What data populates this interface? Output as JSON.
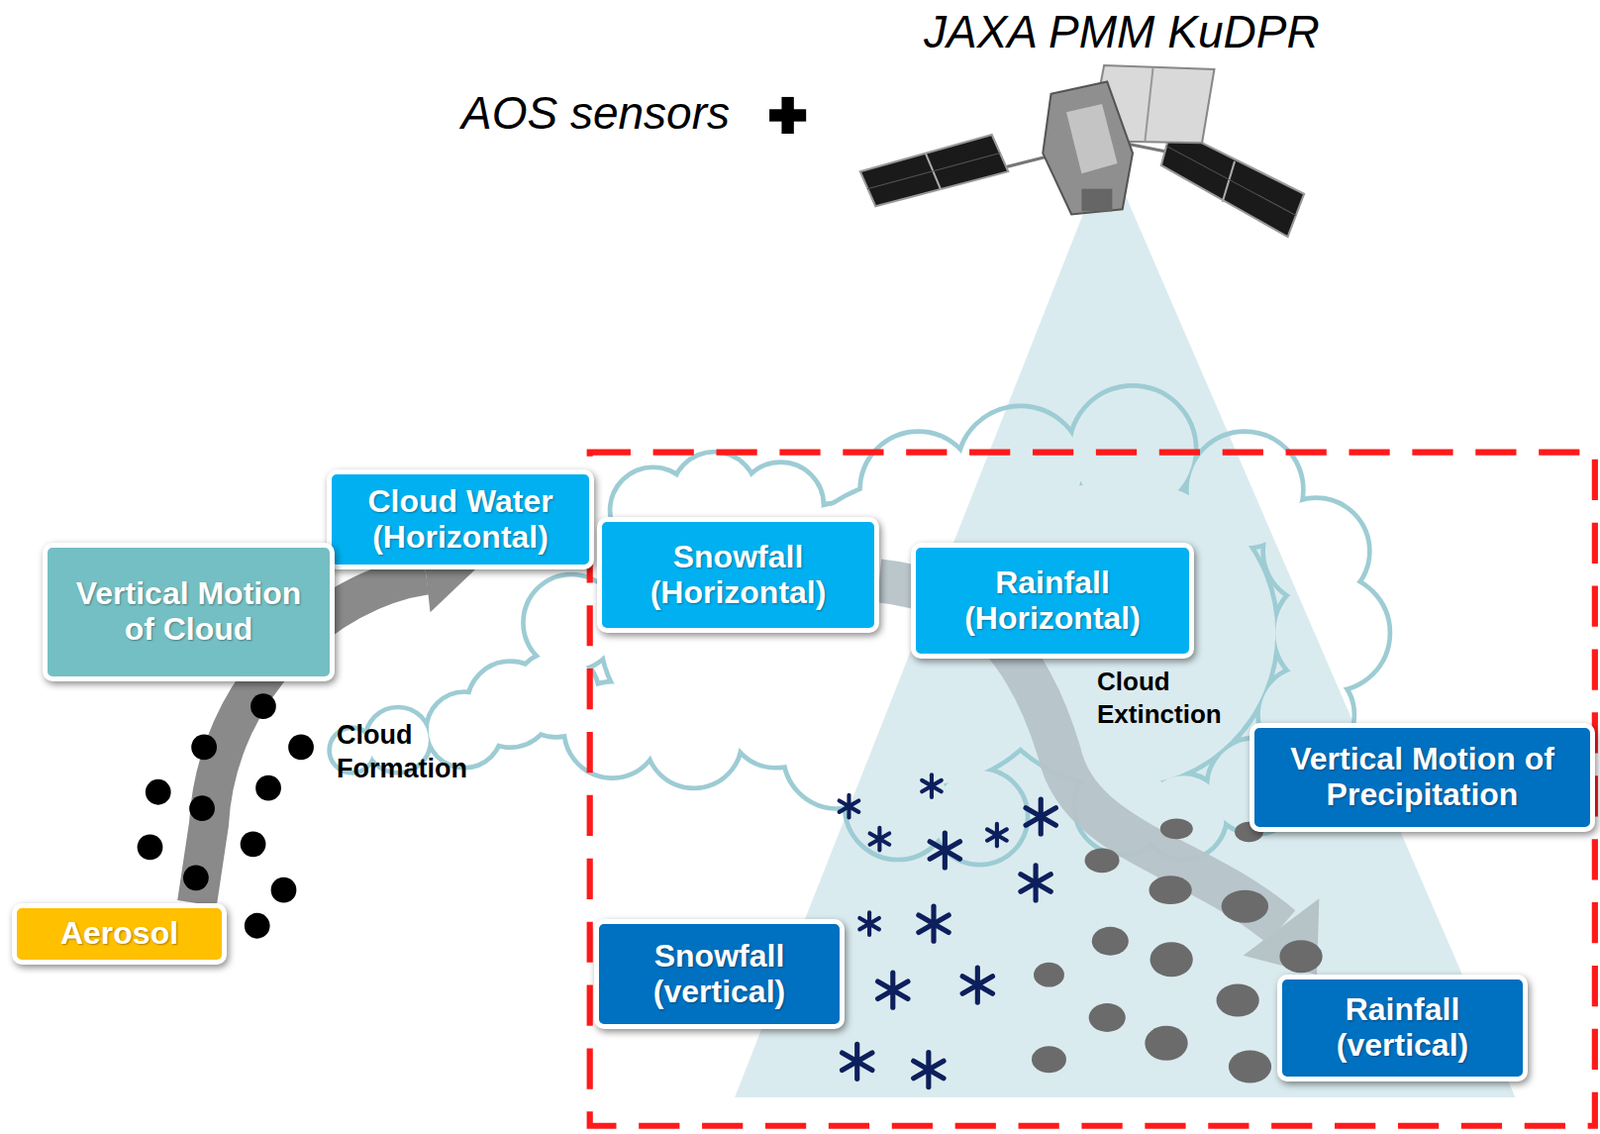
{
  "diagram": {
    "nodes": [
      {
        "text": [
          "Cloud Water (Horizontal)"
        ]
      },
      {
        "text": [
          "Vertical Motion of Cloud"
        ]
      },
      {
        "text": [
          "Snowfall (Horizontal)"
        ]
      },
      {
        "text": [
          "Rainfall (Horizontal)"
        ]
      },
      {
        "text": [
          "Vertical Motion of Precipitation"
        ]
      },
      {
        "text": [
          "Snowfall (vertical)"
        ]
      },
      {
        "text": [
          "Rainfall (vertical)"
        ]
      },
      {
        "text": [
          "Aerosol"
        ]
      }
    ],
    "edges": [
      {
        "from": 7,
        "to": 0,
        "arrow": "to"
      },
      {
        "from": 2,
        "to": 6,
        "arrow": "to"
      }
    ],
    "labels": [
      "JAXA PMM KuDPR",
      "AOS sensors",
      "Cloud Extinction",
      "Cloud Formation"
    ]
  }
}
